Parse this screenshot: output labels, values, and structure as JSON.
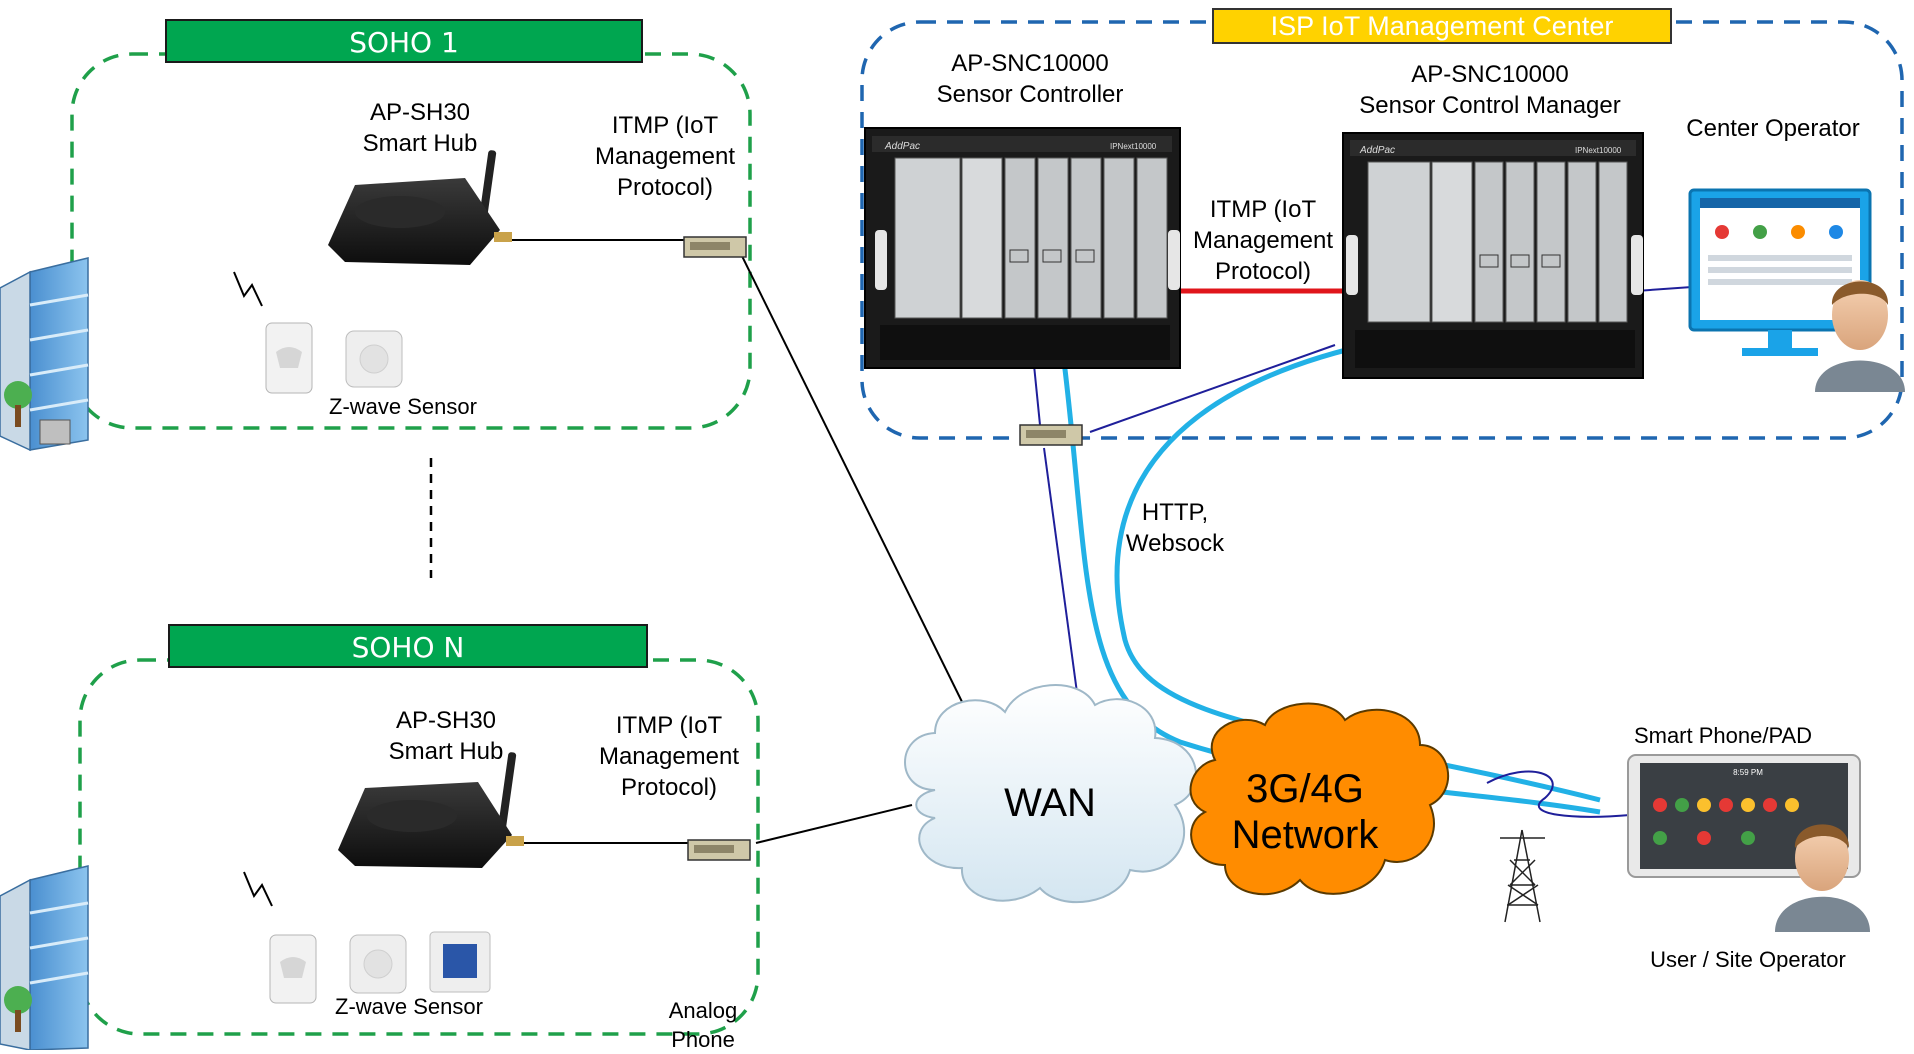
{
  "colors": {
    "soho_banner": "#00a650",
    "soho_border": "#1fa04a",
    "isp_banner": "#ffd200",
    "isp_border": "#1f66b0",
    "itmp_link": "#e0151b",
    "wireless_link": "#22b1e6",
    "lan_link": "#1f1f9a",
    "wan_cloud": "#e7f2f8",
    "cellular_cloud": "#ff8c00"
  },
  "isp_center": {
    "title": "ISP IoT Management Center",
    "controller": {
      "model": "AP-SNC10000",
      "role": "Sensor Controller",
      "brand": "AddPac",
      "chassis_label": "IPNext10000"
    },
    "manager": {
      "model": "AP-SNC10000",
      "role": "Sensor Control Manager",
      "brand": "AddPac",
      "chassis_label": "IPNext10000"
    },
    "itmp": [
      "ITMP (IoT",
      "Management",
      "Protocol)"
    ],
    "operator": "Center Operator"
  },
  "soho1": {
    "title": "SOHO 1",
    "hub_model": "AP-SH30",
    "hub_role": "Smart Hub",
    "itmp": [
      "ITMP (IoT",
      "Management",
      "Protocol)"
    ],
    "sensor_label": "Z-wave Sensor"
  },
  "sohoN": {
    "title": "SOHO N",
    "hub_model": "AP-SH30",
    "hub_role": "Smart Hub",
    "itmp": [
      "ITMP (IoT",
      "Management",
      "Protocol)"
    ],
    "sensor_label": "Z-wave Sensor",
    "analog": [
      "Analog",
      "Phone"
    ]
  },
  "network": {
    "wan": "WAN",
    "cellular": [
      "3G/4G",
      "Network"
    ],
    "http": [
      "HTTP,",
      "Websock"
    ]
  },
  "mobile": {
    "device": "Smart  Phone/PAD",
    "user": "User / Site Operator",
    "device_time": "8:59 PM"
  }
}
